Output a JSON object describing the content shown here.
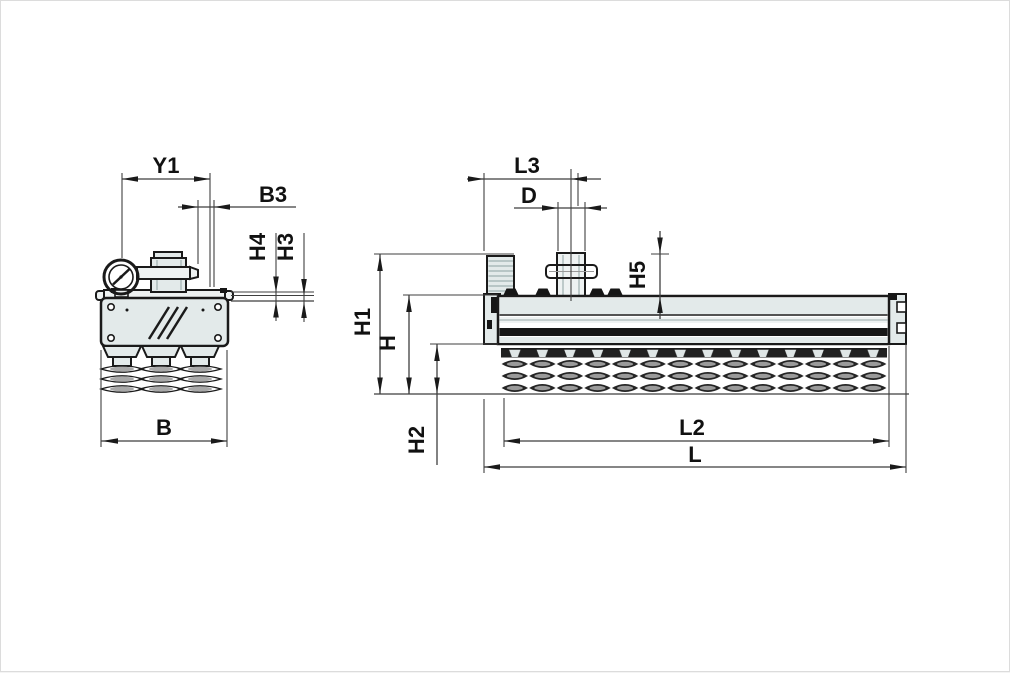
{
  "labels": {
    "y1": "Y1",
    "b3": "B3",
    "h4": "H4",
    "h3": "H3",
    "b": "B",
    "l3": "L3",
    "d": "D",
    "h5": "H5",
    "h1": "H1",
    "h": "H",
    "h2": "H2",
    "l2": "L2",
    "l": "L"
  },
  "colors": {
    "outline": "#1a1a1a",
    "dim": "#3f3f3f",
    "text": "#111111",
    "light": "#e3eaea",
    "mid": "#eef2f2",
    "dark": "#161616",
    "shade": "#9fb0b0",
    "canvas": "#ffffff"
  }
}
